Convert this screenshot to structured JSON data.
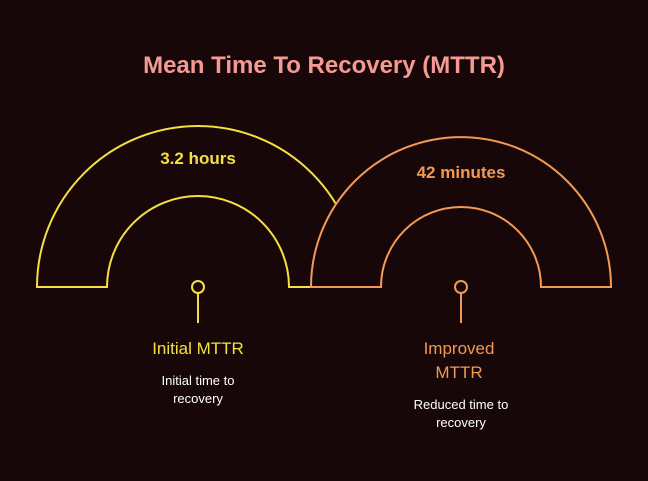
{
  "title": "Mean Time To Recovery (MTTR)",
  "colors": {
    "background": "#180708",
    "title": "#f49a92",
    "initial": "#f5e042",
    "improved": "#f29a53",
    "description": "#ffffff"
  },
  "items": [
    {
      "value": "3.2 hours",
      "label": "Initial MTTR",
      "description": "Initial time to recovery"
    },
    {
      "value": "42 minutes",
      "label": "Improved MTTR",
      "description": "Reduced time to recovery"
    }
  ]
}
